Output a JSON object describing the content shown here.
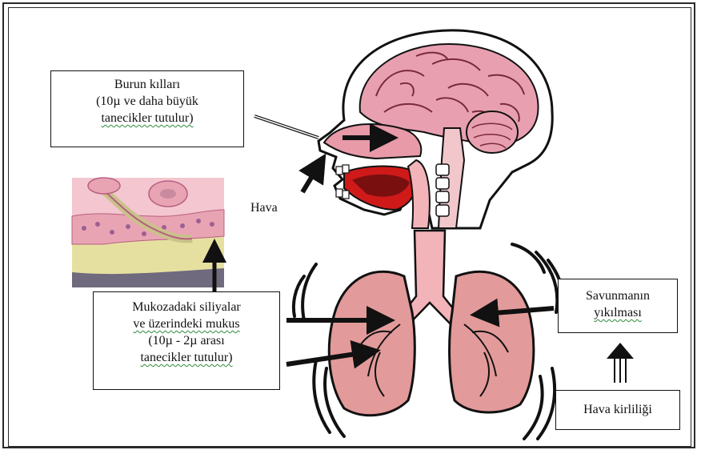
{
  "labels": {
    "nose_hair": [
      "Burun kılları",
      "(10µ ve daha büyük",
      "tanecikler tutulur)"
    ],
    "cilia": [
      "Mukozadaki siliyalar",
      "ve üzerindeki mukus",
      "(10µ - 2µ arası",
      "tanecikler tutulur)"
    ],
    "air": "Hava",
    "defense": [
      "Savunmanın",
      "yıkılması"
    ],
    "pollution": "Hava kirliliği"
  },
  "colors": {
    "brain": "#e8a0b0",
    "brain_fold": "#7a2a3a",
    "lung": "#e39a9a",
    "lung_outline": "#111111",
    "trachea": "#f2b4b8",
    "mucosa_bg": "#f4c6cf",
    "mucosa_base": "#e6e0a0",
    "mouth_red": "#d01a1a",
    "spell_underline": "#2e8b3a"
  }
}
